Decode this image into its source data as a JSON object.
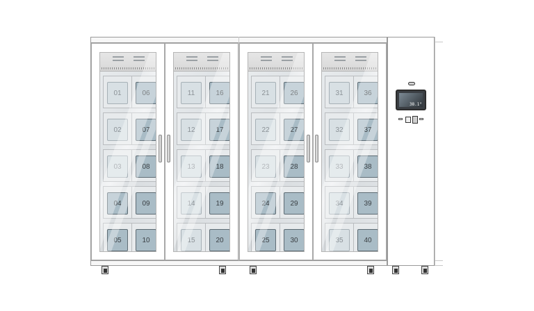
{
  "lockers": {
    "doors": [
      {
        "compartments": [
          {
            "left": "01",
            "right": "06"
          },
          {
            "left": "02",
            "right": "07"
          },
          {
            "left": "03",
            "right": "08"
          },
          {
            "left": "04",
            "right": "09"
          },
          {
            "left": "05",
            "right": "10"
          }
        ]
      },
      {
        "compartments": [
          {
            "left": "11",
            "right": "16"
          },
          {
            "left": "12",
            "right": "17"
          },
          {
            "left": "13",
            "right": "18"
          },
          {
            "left": "14",
            "right": "19"
          },
          {
            "left": "15",
            "right": "20"
          }
        ]
      },
      {
        "compartments": [
          {
            "left": "21",
            "right": "26"
          },
          {
            "left": "22",
            "right": "27"
          },
          {
            "left": "23",
            "right": "28"
          },
          {
            "left": "24",
            "right": "29"
          },
          {
            "left": "25",
            "right": "30"
          }
        ]
      },
      {
        "compartments": [
          {
            "left": "31",
            "right": "36"
          },
          {
            "left": "32",
            "right": "37"
          },
          {
            "left": "33",
            "right": "38"
          },
          {
            "left": "34",
            "right": "39"
          },
          {
            "left": "35",
            "right": "40"
          }
        ]
      }
    ]
  },
  "control_panel": {
    "screen_readout": "38.1°",
    "icons": [
      "camera-icon",
      "card-reader-icon",
      "scanner-icon"
    ]
  },
  "colors": {
    "frame": "#9a9a9a",
    "glass": "#e3e7ea",
    "box": "#c6d3da",
    "screen": "#3b3f44"
  }
}
